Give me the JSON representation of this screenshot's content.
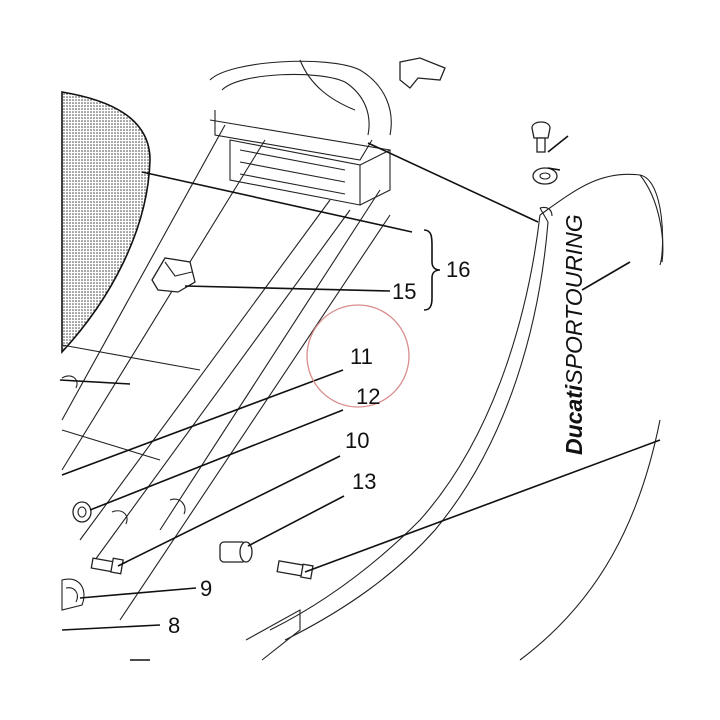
{
  "callouts": {
    "c8": "8",
    "c9": "9",
    "c10": "10",
    "c11": "11",
    "c12": "12",
    "c13": "13",
    "c15": "15",
    "c16": "16"
  },
  "brand": {
    "name": "Ducati",
    "subtitle": "SPORTOURING"
  },
  "colors": {
    "line": "#111111",
    "highlight_circle": "#d98c8c",
    "seat_hatch": "#555555"
  }
}
